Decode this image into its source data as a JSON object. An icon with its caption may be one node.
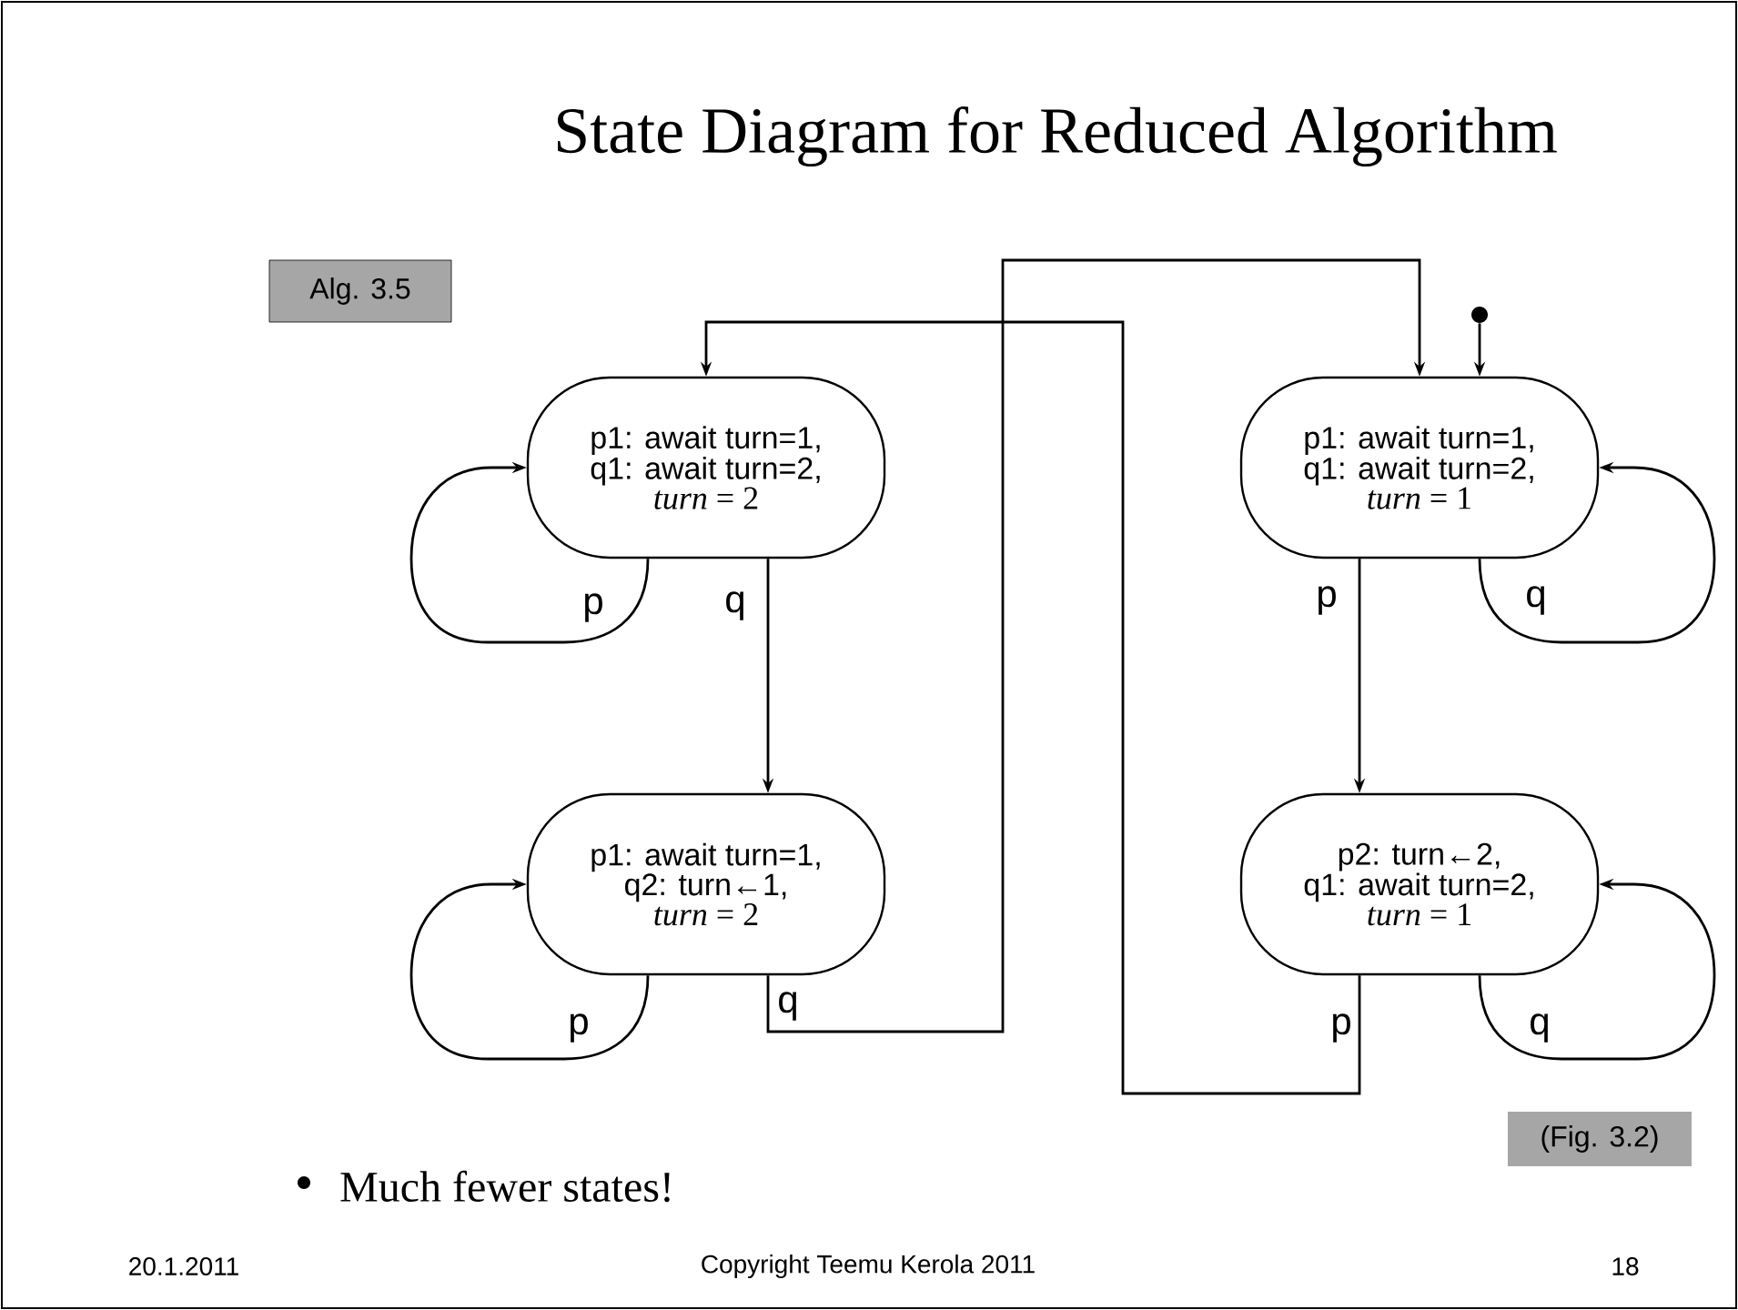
{
  "diagram": {
    "title": "State Diagram for Reduced Algorithm",
    "nodes": [
      {
        "text": [
          "p1: await turn=1,",
          "q1: await turn=2,",
          "*turn* = 2"
        ]
      },
      {
        "text": [
          "p1: await turn=1,",
          "q2: turn←1,",
          "*turn* = 2"
        ]
      },
      {
        "text": [
          "p1: await turn=1,",
          "q1: await turn=2,",
          "*turn* = 1"
        ]
      },
      {
        "text": [
          "p2: turn←2,",
          "q1: await turn=2,",
          "*turn* = 1"
        ]
      },
      {
        "text": [],
        "shape": "circle"
      }
    ],
    "edges": [
      {
        "from": 0,
        "to": 0,
        "arrow": "to",
        "label": "p"
      },
      {
        "from": 0,
        "to": 1,
        "arrow": "to",
        "label": "q"
      },
      {
        "from": 1,
        "to": 1,
        "arrow": "to",
        "label": "p"
      },
      {
        "from": 1,
        "to": 2,
        "arrow": "to",
        "label": "q"
      },
      {
        "from": 2,
        "to": 2,
        "arrow": "to",
        "label": "q"
      },
      {
        "from": 2,
        "to": 3,
        "arrow": "to",
        "label": "p"
      },
      {
        "from": 3,
        "to": 3,
        "arrow": "to",
        "label": "q"
      },
      {
        "from": 3,
        "to": 0,
        "arrow": "to",
        "label": "p"
      },
      {
        "from": 4,
        "to": 2,
        "arrow": "to"
      }
    ],
    "labels": [
      "Alg. 3.5",
      "(Fig. 3.2)",
      "Much fewer states!",
      "20.1.2011",
      "Copyright Teemu Kerola 2011",
      "18"
    ]
  }
}
